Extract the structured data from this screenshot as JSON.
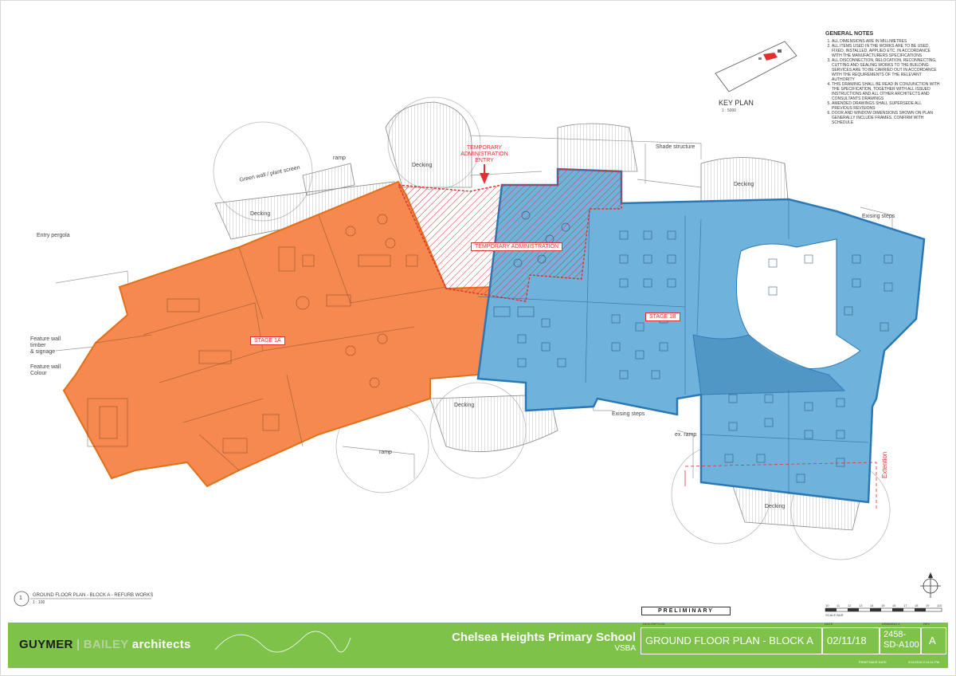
{
  "general_notes": {
    "title": "GENERAL NOTES",
    "items": [
      "ALL DIMENSIONS ARE IN MILLIMETRES",
      "ALL ITEMS USED IN THE WORKS ARE TO BE USED, FIXED, INSTALLED, APPLIED ETC. IN ACCORDANCE WITH THE MANUFACTURERS SPECIFICATIONS",
      "ALL DISCONNECTION, RELOCATION, RECONNECTING, CUTTING AND SEALING WORKS TO THE BUILDING SERVICES ARE TO BE CARRIED OUT IN ACCORDANCE WITH THE REQUIREMENTS OF THE RELEVANT AUTHORITY",
      "THIS DRAWING SHALL BE READ IN CONJUNCTION WITH THE SPECIFICATION, TOGETHER WITH ALL ISSUED INSTRUCTIONS AND ALL OTHER ARCHITECTS AND CONSULTANTS DRAWINGS",
      "AMENDED DRAWINGS SHALL SUPERSEDE ALL PREVIOUS REVISIONS",
      "DOOR AND WINDOW DIMENSIONS SHOWN ON PLAN GENERALLY INCLUDE FRAMES. CONFIRM WITH SCHEDULE"
    ]
  },
  "key_plan": {
    "title": "KEY PLAN",
    "scale": "1 : 5000"
  },
  "plan_labels": {
    "shade_structure": "Shade structure",
    "decking_top_left": "Decking",
    "decking_top_mid": "Decking",
    "decking_top_right": "Decking",
    "decking_bottom_mid": "Decking",
    "decking_bottom_right": "Decking",
    "ramp_top": "ramp",
    "ramp_bottom": "ramp",
    "ex_ramp": "ex. ramp",
    "green_wall": "Green wall / plant screen",
    "entry_pergola": "Entry pergola",
    "feature_wall_timber": "Feature wall\ntimber\n& signage",
    "feature_wall_colour": "Feature wall\nColour",
    "existing_steps_right": "Exising steps",
    "existing_steps_bottom": "Exising steps",
    "extention": "Extention",
    "temp_admin_entry": "TEMPORARY\nADMINISTRATION\nENTRY",
    "temp_admin": "TEMPORARY ADMINISTRATION",
    "stage_1a": "STAGE 1A",
    "stage_1b": "STAGE 1B"
  },
  "drawing_ref": {
    "number": "1",
    "title": "GROUND FLOOR PLAN - BLOCK A - REFURB WORKS",
    "scale": "1 : 100"
  },
  "status": "PRELIMINARY",
  "scale_bar": {
    "ticks": [
      "10",
      "11",
      "12",
      "13",
      "14",
      "15",
      "16",
      "17",
      "18",
      "19",
      "110"
    ],
    "caption": "SCALE BAR"
  },
  "title_block": {
    "firm_part1": "GUYMER",
    "firm_part2": "BAILEY",
    "firm_part3": "architects",
    "school": "Chelsea Heights Primary School",
    "client": "VSBA",
    "description_header": "DESCRIPTION",
    "description": "GROUND FLOOR PLAN - BLOCK A",
    "date_header": "DATE",
    "date": "02/11/18",
    "drawing_header": "DRAWING #",
    "drawing_no": "2458-\nSD-A100",
    "rev_header": "REV",
    "rev": "A",
    "print_label": "PRINT/SAVE DATE",
    "print_date": "2/11/2018 2:14:01 PM"
  },
  "colors": {
    "stage1a": "#f5894f",
    "stage1b": "#6fb3dd",
    "green": "#7fc24a",
    "red": "#e23030"
  }
}
